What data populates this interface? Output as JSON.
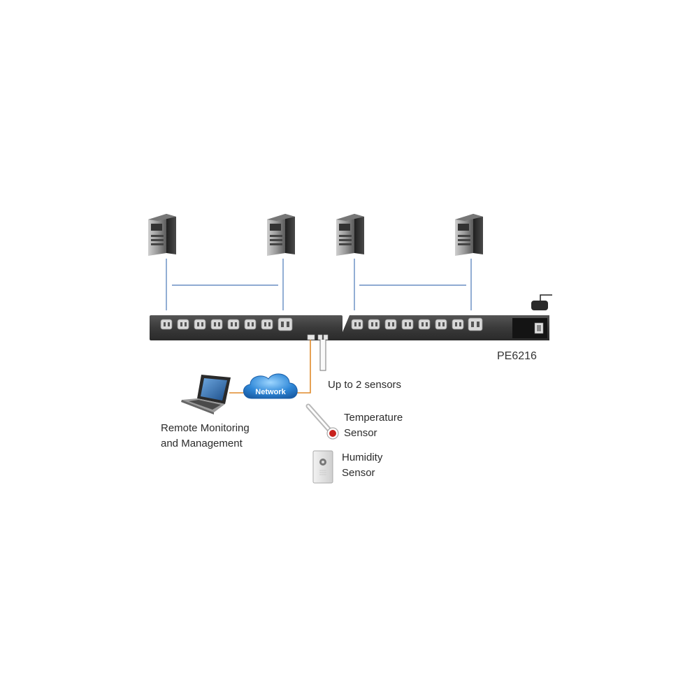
{
  "diagram": {
    "model_label": "PE6216",
    "sensor_limit_label": "Up to 2 sensors",
    "network_label": "Network",
    "remote_label": {
      "line1": "Remote Monitoring",
      "line2": "and Management"
    },
    "temperature_label": {
      "line1": "Temperature",
      "line2": "Sensor"
    },
    "humidity_label": {
      "line1": "Humidity",
      "line2": "Sensor"
    },
    "servers": 4,
    "outlet_groups": [
      {
        "c13_outlets": 7,
        "c19_outlets": 1
      },
      {
        "c13_outlets": 7,
        "c19_outlets": 1
      }
    ],
    "max_sensors": 2
  },
  "colors": {
    "pdu_body": "#3a3a3a",
    "link_line": "#4a78b8",
    "network_cable": "#e08a2a",
    "network_cloud": "#2f88d8",
    "sensor_red": "#c8231e"
  }
}
